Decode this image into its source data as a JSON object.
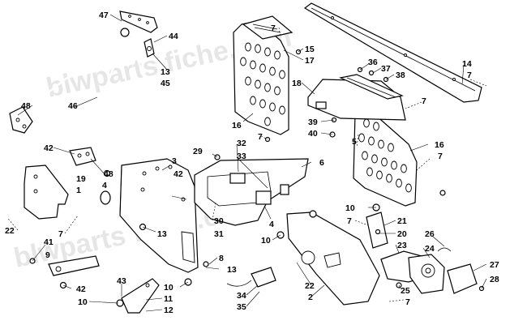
{
  "watermark": "blwparts fiche.com",
  "callouts": [
    {
      "id": "c1",
      "label": "47"
    },
    {
      "id": "c2",
      "label": "44"
    },
    {
      "id": "c3",
      "label": "13"
    },
    {
      "id": "c4",
      "label": "45"
    },
    {
      "id": "c5",
      "label": "48"
    },
    {
      "id": "c6",
      "label": "46"
    },
    {
      "id": "c7",
      "label": "42"
    },
    {
      "id": "c8",
      "label": "48"
    },
    {
      "id": "c9",
      "label": "19"
    },
    {
      "id": "c10",
      "label": "1"
    },
    {
      "id": "c11",
      "label": "4"
    },
    {
      "id": "c12",
      "label": "22"
    },
    {
      "id": "c13",
      "label": "7"
    },
    {
      "id": "c14",
      "label": "41"
    },
    {
      "id": "c15",
      "label": "9"
    },
    {
      "id": "c16",
      "label": "42"
    },
    {
      "id": "c17",
      "label": "10"
    },
    {
      "id": "c18",
      "label": "43"
    },
    {
      "id": "c19",
      "label": "11"
    },
    {
      "id": "c20",
      "label": "12"
    },
    {
      "id": "c21",
      "label": "10"
    },
    {
      "id": "c22",
      "label": "3"
    },
    {
      "id": "c23",
      "label": "42"
    },
    {
      "id": "c24",
      "label": "13"
    },
    {
      "id": "c25",
      "label": "8"
    },
    {
      "id": "c26",
      "label": "13"
    },
    {
      "id": "c27",
      "label": "29"
    },
    {
      "id": "c28",
      "label": "32"
    },
    {
      "id": "c29",
      "label": "33"
    },
    {
      "id": "c30",
      "label": "6"
    },
    {
      "id": "c31",
      "label": "30"
    },
    {
      "id": "c32",
      "label": "31"
    },
    {
      "id": "c33",
      "label": "4"
    },
    {
      "id": "c34",
      "label": "10"
    },
    {
      "id": "c35",
      "label": "7"
    },
    {
      "id": "c36",
      "label": "16"
    },
    {
      "id": "c37",
      "label": "7"
    },
    {
      "id": "c38",
      "label": "15"
    },
    {
      "id": "c39",
      "label": "17"
    },
    {
      "id": "c40",
      "label": "18"
    },
    {
      "id": "c41",
      "label": "36"
    },
    {
      "id": "c42",
      "label": "37"
    },
    {
      "id": "c43",
      "label": "38"
    },
    {
      "id": "c44",
      "label": "14"
    },
    {
      "id": "c45",
      "label": "7"
    },
    {
      "id": "c46",
      "label": "7"
    },
    {
      "id": "c47",
      "label": "39"
    },
    {
      "id": "c48",
      "label": "40"
    },
    {
      "id": "c49",
      "label": "5"
    },
    {
      "id": "c50",
      "label": "16"
    },
    {
      "id": "c51",
      "label": "7"
    },
    {
      "id": "c52",
      "label": "10"
    },
    {
      "id": "c53",
      "label": "7"
    },
    {
      "id": "c54",
      "label": "21"
    },
    {
      "id": "c55",
      "label": "20"
    },
    {
      "id": "c56",
      "label": "23"
    },
    {
      "id": "c57",
      "label": "26"
    },
    {
      "id": "c58",
      "label": "24"
    },
    {
      "id": "c59",
      "label": "27"
    },
    {
      "id": "c60",
      "label": "28"
    },
    {
      "id": "c61",
      "label": "25"
    },
    {
      "id": "c62",
      "label": "22"
    },
    {
      "id": "c63",
      "label": "2"
    },
    {
      "id": "c64",
      "label": "7"
    },
    {
      "id": "c65",
      "label": "34"
    },
    {
      "id": "c66",
      "label": "35"
    }
  ]
}
